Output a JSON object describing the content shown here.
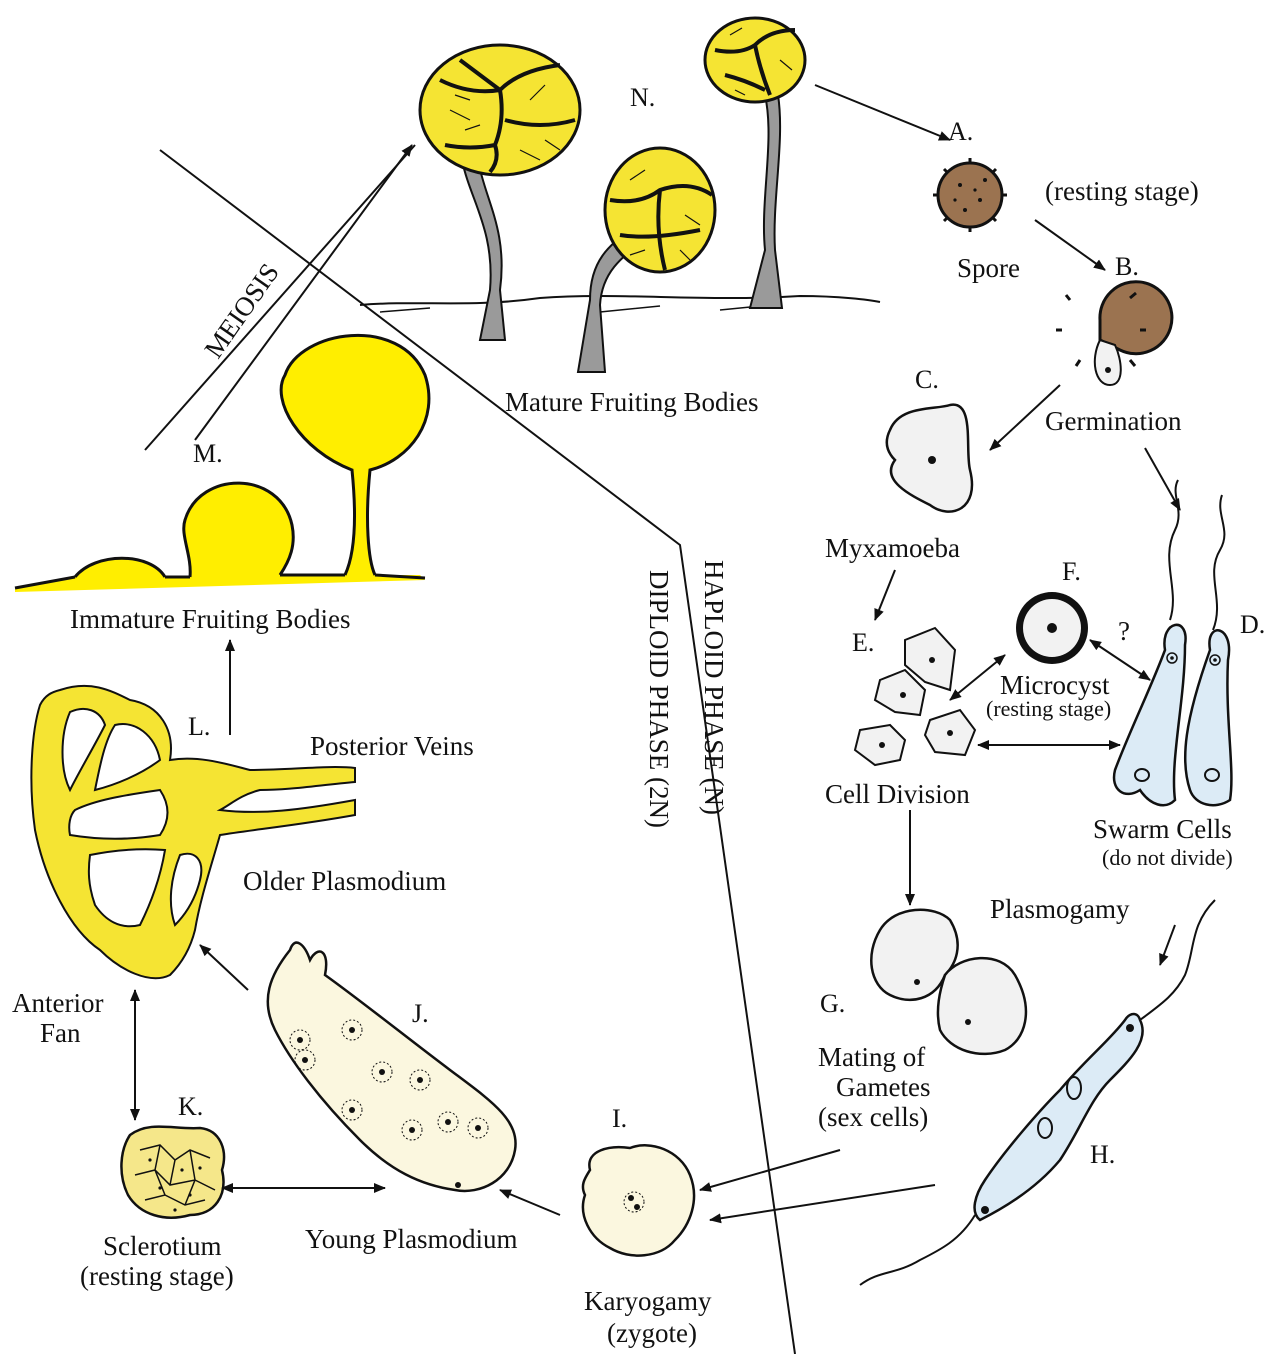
{
  "colors": {
    "yellow": "#f5e433",
    "bright_yellow": "#ffee00",
    "spore_brown": "#9b7350",
    "pale_blue": "#dcebf6",
    "pale_gray": "#f2f2f2",
    "cream": "#fbf7df",
    "line": "#111111"
  },
  "phases": {
    "haploid": "HAPLOID  PHASE (N)",
    "diploid": "DIPLOID  PHASE (2N)",
    "meiosis": "MEIOSIS"
  },
  "stages": {
    "A": {
      "letter": "A.",
      "name": "Spore",
      "note": "(resting stage)"
    },
    "B": {
      "letter": "B.",
      "name": "Germination"
    },
    "C": {
      "letter": "C.",
      "name": "Myxamoeba"
    },
    "D": {
      "letter": "D.",
      "name": "Swarm Cells",
      "note": "(do not divide)"
    },
    "E": {
      "letter": "E.",
      "name": "Cell Division"
    },
    "F": {
      "letter": "F.",
      "name": "Microcyst",
      "note": "(resting stage)",
      "question": "?"
    },
    "G": {
      "letter": "G.",
      "name_lines": [
        "Mating of",
        "Gametes",
        "(sex cells)"
      ]
    },
    "plasmogamy": "Plasmogamy",
    "H": {
      "letter": "H."
    },
    "I": {
      "letter": "I.",
      "name": "Karyogamy",
      "note": "(zygote)"
    },
    "J": {
      "letter": "J.",
      "name": "Young Plasmodium"
    },
    "K": {
      "letter": "K.",
      "name": "Sclerotium",
      "note": "(resting stage)"
    },
    "L": {
      "letter": "L.",
      "name": "Older Plasmodium",
      "posterior": "Posterior Veins",
      "anterior_lines": [
        "Anterior",
        "Fan"
      ]
    },
    "M": {
      "letter": "M.",
      "name": "Immature Fruiting Bodies"
    },
    "N": {
      "letter": "N.",
      "name": "Mature Fruiting Bodies"
    }
  }
}
